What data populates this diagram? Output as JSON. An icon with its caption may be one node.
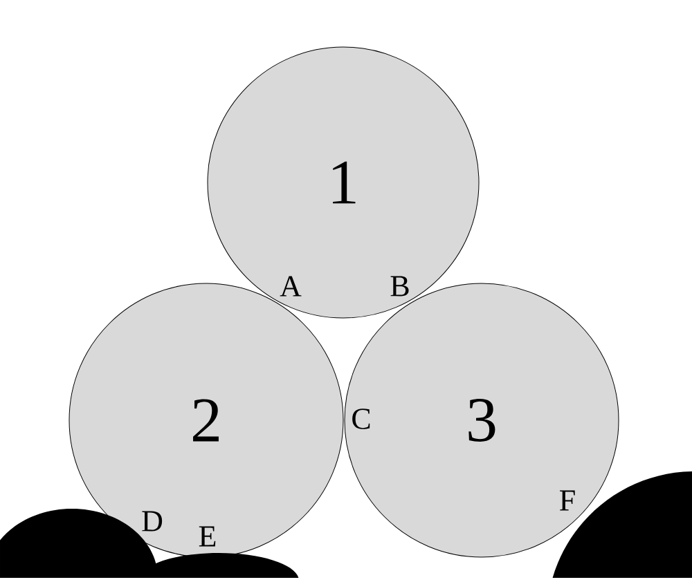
{
  "diagram": {
    "nodes": [
      {
        "text": [
          "1"
        ]
      },
      {
        "text": [
          "2"
        ]
      },
      {
        "text": [
          "3"
        ]
      }
    ],
    "labels": [
      "A",
      "B",
      "C",
      "D",
      "E",
      "F"
    ]
  }
}
